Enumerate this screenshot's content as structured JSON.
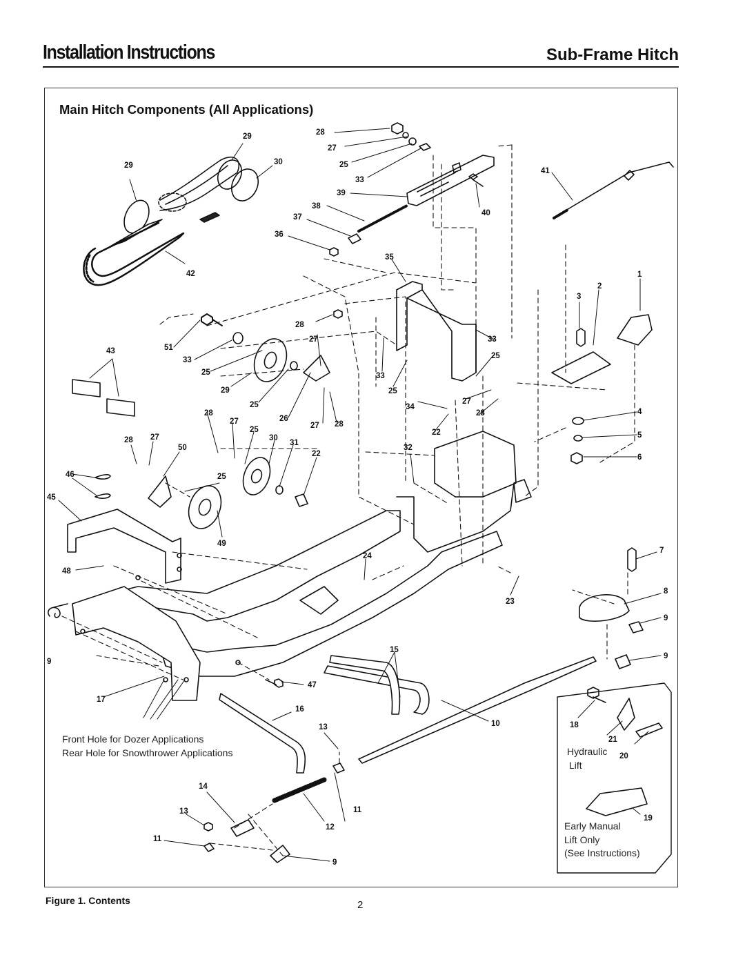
{
  "header": {
    "left_title": "Installation Instructions",
    "right_title": "Sub-Frame Hitch"
  },
  "section_title": "Main Hitch Components (All Applications)",
  "callouts": {
    "c29a": "29",
    "c29b": "29",
    "c30a": "30",
    "c42": "42",
    "c28a": "28",
    "c27a": "27",
    "c25a": "25",
    "c33a": "33",
    "c39": "39",
    "c38": "38",
    "c37": "37",
    "c36": "36",
    "c41": "41",
    "c40": "40",
    "c35": "35",
    "c1": "1",
    "c2": "2",
    "c3": "3",
    "c43": "43",
    "c51": "51",
    "c33b": "33",
    "c25b": "25",
    "c29c": "29",
    "c28b": "28",
    "c27b": "27",
    "c25c": "25",
    "c28c": "28",
    "c27c": "27",
    "c26": "26",
    "c27d": "27",
    "c28d": "28",
    "c25d": "25",
    "c30b": "30",
    "c31": "31",
    "c22a": "22",
    "c33c": "33",
    "c25e": "25",
    "c33d": "33",
    "c25f": "25",
    "c34": "34",
    "c27e": "27",
    "c28e": "28",
    "c22b": "22",
    "c32": "32",
    "c4": "4",
    "c5": "5",
    "c6": "6",
    "c28f": "28",
    "c27f": "27",
    "c50": "50",
    "c46": "46",
    "c45": "45",
    "c25g": "25",
    "c49": "49",
    "c48": "48",
    "c24": "24",
    "c7": "7",
    "c23": "23",
    "c8": "8",
    "c9a": "9",
    "c9b": "9",
    "c9c": "9",
    "c15": "15",
    "c47": "47",
    "c17": "17",
    "c16": "16",
    "c13a": "13",
    "c10": "10",
    "c18": "18",
    "c21": "21",
    "c20": "20",
    "c14": "14",
    "c13b": "13",
    "c11a": "11",
    "c11b": "11",
    "c12": "12",
    "c9d": "9",
    "c19": "19"
  },
  "notes": {
    "front_hole": "Front Hole for Dozer Applications",
    "rear_hole": "Rear Hole for Snowthrower Applications",
    "hydraulic": "Hydraulic",
    "lift": "Lift",
    "early_manual": "Early Manual",
    "lift_only": "Lift Only",
    "see_instructions": "(See Instructions)"
  },
  "figure_caption": "Figure 1.  Contents",
  "page_number": "2"
}
